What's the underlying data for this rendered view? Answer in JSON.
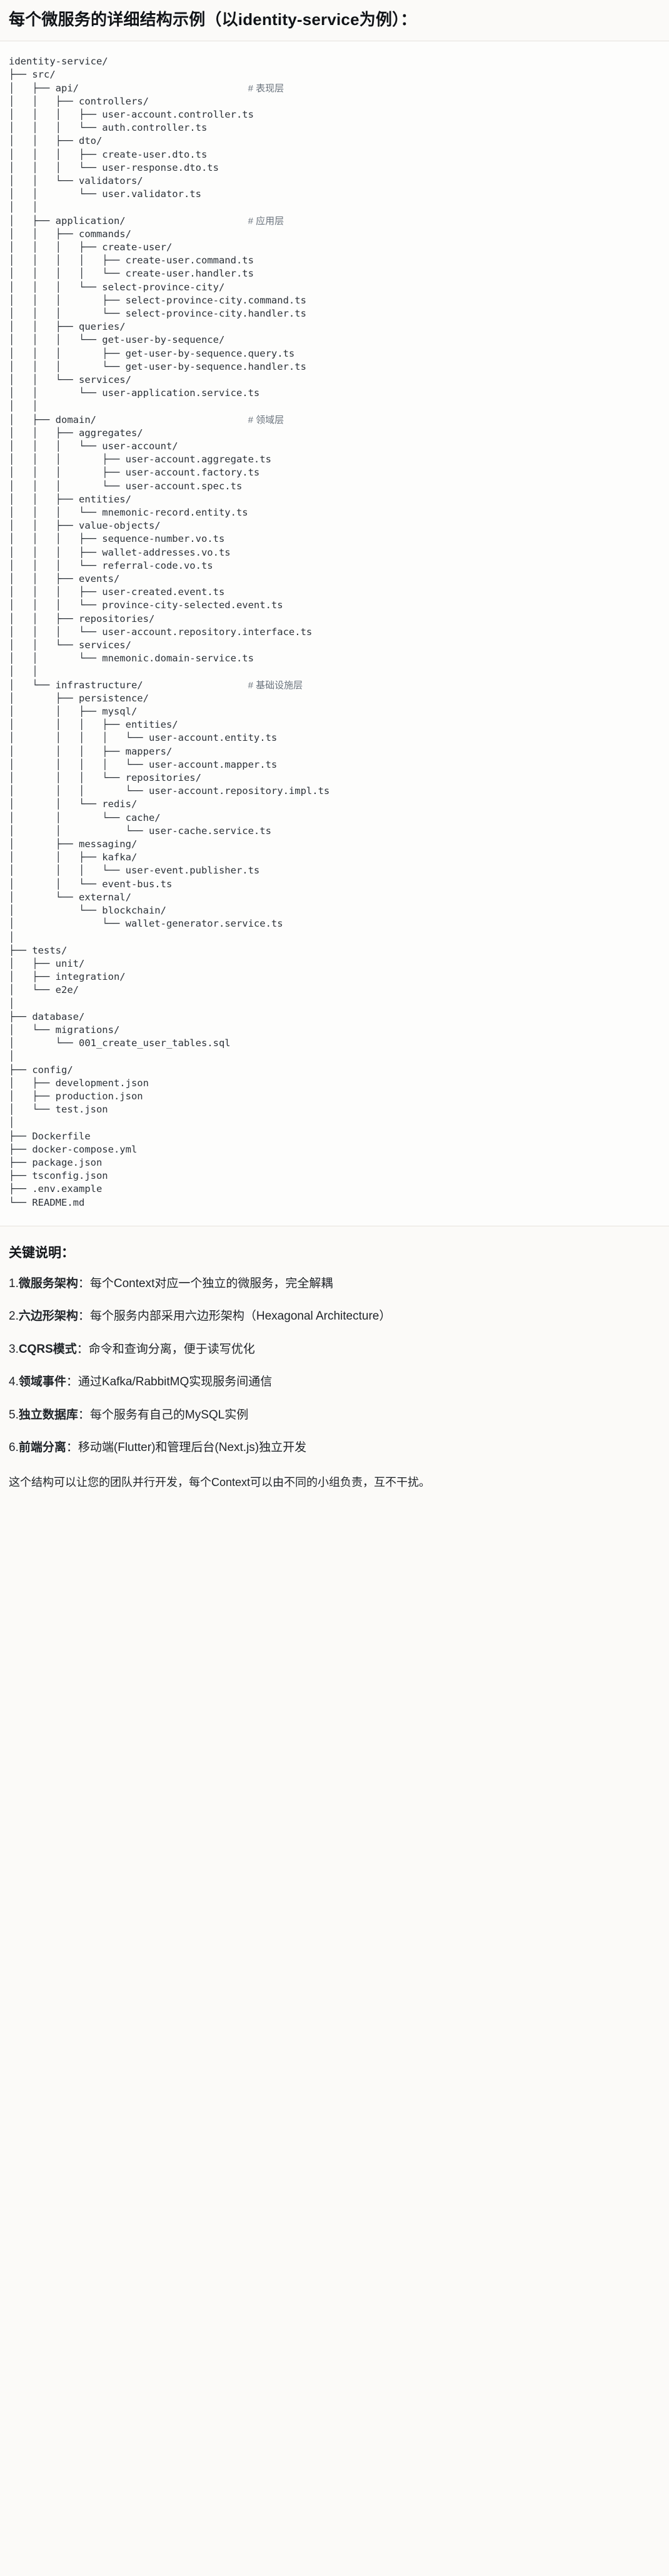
{
  "title": "每个微服务的详细结构示例（以identity-service为例）：",
  "tree": {
    "root": "identity-service/",
    "lines": [
      {
        "prefix": "identity-service/",
        "comment": ""
      },
      {
        "prefix": "├── src/",
        "comment": ""
      },
      {
        "prefix": "│   ├── api/",
        "comment": "# 表现层"
      },
      {
        "prefix": "│   │   ├── controllers/",
        "comment": ""
      },
      {
        "prefix": "│   │   │   ├── user-account.controller.ts",
        "comment": ""
      },
      {
        "prefix": "│   │   │   └── auth.controller.ts",
        "comment": ""
      },
      {
        "prefix": "│   │   ├── dto/",
        "comment": ""
      },
      {
        "prefix": "│   │   │   ├── create-user.dto.ts",
        "comment": ""
      },
      {
        "prefix": "│   │   │   └── user-response.dto.ts",
        "comment": ""
      },
      {
        "prefix": "│   │   └── validators/",
        "comment": ""
      },
      {
        "prefix": "│   │       └── user.validator.ts",
        "comment": ""
      },
      {
        "prefix": "│   │",
        "comment": ""
      },
      {
        "prefix": "│   ├── application/",
        "comment": "# 应用层"
      },
      {
        "prefix": "│   │   ├── commands/",
        "comment": ""
      },
      {
        "prefix": "│   │   │   ├── create-user/",
        "comment": ""
      },
      {
        "prefix": "│   │   │   │   ├── create-user.command.ts",
        "comment": ""
      },
      {
        "prefix": "│   │   │   │   └── create-user.handler.ts",
        "comment": ""
      },
      {
        "prefix": "│   │   │   └── select-province-city/",
        "comment": ""
      },
      {
        "prefix": "│   │   │       ├── select-province-city.command.ts",
        "comment": ""
      },
      {
        "prefix": "│   │   │       └── select-province-city.handler.ts",
        "comment": ""
      },
      {
        "prefix": "│   │   ├── queries/",
        "comment": ""
      },
      {
        "prefix": "│   │   │   └── get-user-by-sequence/",
        "comment": ""
      },
      {
        "prefix": "│   │   │       ├── get-user-by-sequence.query.ts",
        "comment": ""
      },
      {
        "prefix": "│   │   │       └── get-user-by-sequence.handler.ts",
        "comment": ""
      },
      {
        "prefix": "│   │   └── services/",
        "comment": ""
      },
      {
        "prefix": "│   │       └── user-application.service.ts",
        "comment": ""
      },
      {
        "prefix": "│   │",
        "comment": ""
      },
      {
        "prefix": "│   ├── domain/",
        "comment": "# 领域层"
      },
      {
        "prefix": "│   │   ├── aggregates/",
        "comment": ""
      },
      {
        "prefix": "│   │   │   └── user-account/",
        "comment": ""
      },
      {
        "prefix": "│   │   │       ├── user-account.aggregate.ts",
        "comment": ""
      },
      {
        "prefix": "│   │   │       ├── user-account.factory.ts",
        "comment": ""
      },
      {
        "prefix": "│   │   │       └── user-account.spec.ts",
        "comment": ""
      },
      {
        "prefix": "│   │   ├── entities/",
        "comment": ""
      },
      {
        "prefix": "│   │   │   └── mnemonic-record.entity.ts",
        "comment": ""
      },
      {
        "prefix": "│   │   ├── value-objects/",
        "comment": ""
      },
      {
        "prefix": "│   │   │   ├── sequence-number.vo.ts",
        "comment": ""
      },
      {
        "prefix": "│   │   │   ├── wallet-addresses.vo.ts",
        "comment": ""
      },
      {
        "prefix": "│   │   │   └── referral-code.vo.ts",
        "comment": ""
      },
      {
        "prefix": "│   │   ├── events/",
        "comment": ""
      },
      {
        "prefix": "│   │   │   ├── user-created.event.ts",
        "comment": ""
      },
      {
        "prefix": "│   │   │   └── province-city-selected.event.ts",
        "comment": ""
      },
      {
        "prefix": "│   │   ├── repositories/",
        "comment": ""
      },
      {
        "prefix": "│   │   │   └── user-account.repository.interface.ts",
        "comment": ""
      },
      {
        "prefix": "│   │   └── services/",
        "comment": ""
      },
      {
        "prefix": "│   │       └── mnemonic.domain-service.ts",
        "comment": ""
      },
      {
        "prefix": "│   │",
        "comment": ""
      },
      {
        "prefix": "│   └── infrastructure/",
        "comment": "# 基础设施层"
      },
      {
        "prefix": "│       ├── persistence/",
        "comment": ""
      },
      {
        "prefix": "│       │   ├── mysql/",
        "comment": ""
      },
      {
        "prefix": "│       │   │   ├── entities/",
        "comment": ""
      },
      {
        "prefix": "│       │   │   │   └── user-account.entity.ts",
        "comment": ""
      },
      {
        "prefix": "│       │   │   ├── mappers/",
        "comment": ""
      },
      {
        "prefix": "│       │   │   │   └── user-account.mapper.ts",
        "comment": ""
      },
      {
        "prefix": "│       │   │   └── repositories/",
        "comment": ""
      },
      {
        "prefix": "│       │   │       └── user-account.repository.impl.ts",
        "comment": ""
      },
      {
        "prefix": "│       │   └── redis/",
        "comment": ""
      },
      {
        "prefix": "│       │       └── cache/",
        "comment": ""
      },
      {
        "prefix": "│       │           └── user-cache.service.ts",
        "comment": ""
      },
      {
        "prefix": "│       ├── messaging/",
        "comment": ""
      },
      {
        "prefix": "│       │   ├── kafka/",
        "comment": ""
      },
      {
        "prefix": "│       │   │   └── user-event.publisher.ts",
        "comment": ""
      },
      {
        "prefix": "│       │   └── event-bus.ts",
        "comment": ""
      },
      {
        "prefix": "│       └── external/",
        "comment": ""
      },
      {
        "prefix": "│           └── blockchain/",
        "comment": ""
      },
      {
        "prefix": "│               └── wallet-generator.service.ts",
        "comment": ""
      },
      {
        "prefix": "│",
        "comment": ""
      },
      {
        "prefix": "├── tests/",
        "comment": ""
      },
      {
        "prefix": "│   ├── unit/",
        "comment": ""
      },
      {
        "prefix": "│   ├── integration/",
        "comment": ""
      },
      {
        "prefix": "│   └── e2e/",
        "comment": ""
      },
      {
        "prefix": "│",
        "comment": ""
      },
      {
        "prefix": "├── database/",
        "comment": ""
      },
      {
        "prefix": "│   └── migrations/",
        "comment": ""
      },
      {
        "prefix": "│       └── 001_create_user_tables.sql",
        "comment": ""
      },
      {
        "prefix": "│",
        "comment": ""
      },
      {
        "prefix": "├── config/",
        "comment": ""
      },
      {
        "prefix": "│   ├── development.json",
        "comment": ""
      },
      {
        "prefix": "│   ├── production.json",
        "comment": ""
      },
      {
        "prefix": "│   └── test.json",
        "comment": ""
      },
      {
        "prefix": "│",
        "comment": ""
      },
      {
        "prefix": "├── Dockerfile",
        "comment": ""
      },
      {
        "prefix": "├── docker-compose.yml",
        "comment": ""
      },
      {
        "prefix": "├── package.json",
        "comment": ""
      },
      {
        "prefix": "├── tsconfig.json",
        "comment": ""
      },
      {
        "prefix": "├── .env.example",
        "comment": ""
      },
      {
        "prefix": "└── README.md",
        "comment": ""
      }
    ]
  },
  "notes": {
    "heading": "关键说明：",
    "items": [
      {
        "num": "1.",
        "lead": "微服务架构",
        "sep": "：",
        "text": "每个Context对应一个独立的微服务，完全解耦"
      },
      {
        "num": "2.",
        "lead": "六边形架构",
        "sep": "：",
        "text": "每个服务内部采用六边形架构（Hexagonal Architecture）"
      },
      {
        "num": "3.",
        "lead": "CQRS模式",
        "sep": "：",
        "text": "命令和查询分离，便于读写优化"
      },
      {
        "num": "4.",
        "lead": "领域事件",
        "sep": "：",
        "text": "通过Kafka/RabbitMQ实现服务间通信"
      },
      {
        "num": "5.",
        "lead": "独立数据库",
        "sep": "：",
        "text": "每个服务有自己的MySQL实例"
      },
      {
        "num": "6.",
        "lead": "前端分离",
        "sep": "：",
        "text": "移动端(Flutter)和管理后台(Next.js)独立开发"
      }
    ],
    "closing": "这个结构可以让您的团队并行开发，每个Context可以由不同的小组负责，互不干扰。"
  },
  "colors": {
    "page_bg": "#fbfaf8",
    "code_bg": "#fdfdfc",
    "text": "#1f2328",
    "comment": "#6a737d",
    "rule": "#e6e3dd"
  }
}
